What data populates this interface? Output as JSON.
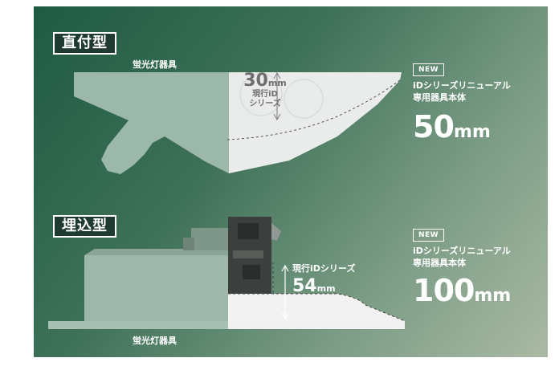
{
  "top": {
    "tag": "直付型",
    "fixture_label": "蛍光灯器具",
    "current_value": "30",
    "current_unit": "mm",
    "current_caption_1": "現行iD",
    "current_caption_2": "シリーズ",
    "new_badge": "NEW",
    "desc_line1": "iDシリーズリニューアル",
    "desc_line2": "専用器具本体",
    "new_value": "50",
    "new_unit": "mm"
  },
  "bottom": {
    "tag": "埋込型",
    "fixture_label": "蛍光灯器具",
    "current_caption": "現行iDシリーズ",
    "current_value": "54",
    "current_unit": "mm",
    "new_badge": "NEW",
    "desc_line1": "iDシリーズリニューアル",
    "desc_line2": "専用器具本体",
    "new_value": "100",
    "new_unit": "mm"
  },
  "colors": {
    "background_start": "#1e5a42",
    "background_end": "#aab9a4",
    "tag_background": "#1f3b31",
    "fixture_green": "#9cb8aa",
    "new_body_white": "#f2f2f2"
  }
}
